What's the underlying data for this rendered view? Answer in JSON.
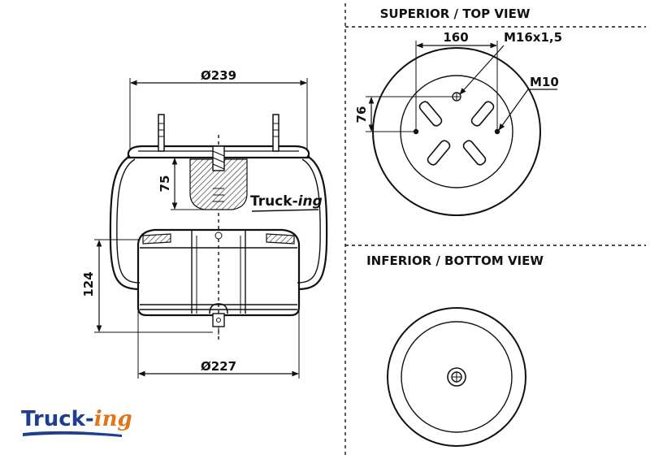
{
  "views": {
    "top_title": "SUPERIOR / TOP VIEW",
    "bottom_title": "INFERIOR / BOTTOM VIEW"
  },
  "dimensions": {
    "top_diameter": "Ø239",
    "bottom_diameter": "Ø227",
    "height_upper": "75",
    "height_lower": "124",
    "bolt_spacing": "160",
    "thread_spec": "M16x1,5",
    "stud_spec": "M10",
    "stud_offset": "76"
  },
  "branding": {
    "logo_main": "Truck-",
    "logo_tail": "ing",
    "colors": {
      "primary": "#1d3f8e",
      "accent": "#e2741c"
    }
  }
}
